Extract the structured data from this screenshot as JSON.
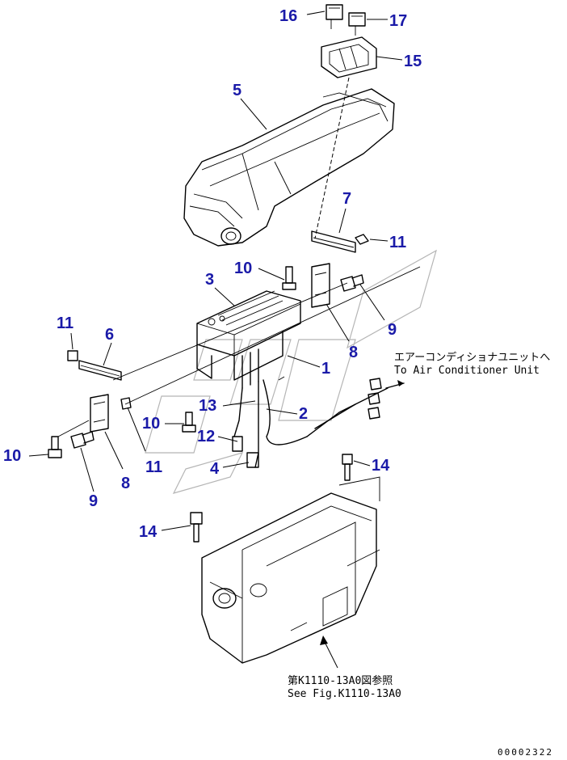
{
  "callouts": [
    {
      "id": "c16",
      "label": "16"
    },
    {
      "id": "c17",
      "label": "17"
    },
    {
      "id": "c15",
      "label": "15"
    },
    {
      "id": "c5",
      "label": "5"
    },
    {
      "id": "c7",
      "label": "7"
    },
    {
      "id": "c11a",
      "label": "11"
    },
    {
      "id": "c10a",
      "label": "10"
    },
    {
      "id": "c3",
      "label": "3"
    },
    {
      "id": "c9a",
      "label": "9"
    },
    {
      "id": "c8a",
      "label": "8"
    },
    {
      "id": "c1",
      "label": "1"
    },
    {
      "id": "c11b",
      "label": "11"
    },
    {
      "id": "c6",
      "label": "6"
    },
    {
      "id": "c13",
      "label": "13"
    },
    {
      "id": "c2",
      "label": "2"
    },
    {
      "id": "c10b",
      "label": "10"
    },
    {
      "id": "c12",
      "label": "12"
    },
    {
      "id": "c4",
      "label": "4"
    },
    {
      "id": "c10c",
      "label": "10"
    },
    {
      "id": "c11c",
      "label": "11"
    },
    {
      "id": "c8b",
      "label": "8"
    },
    {
      "id": "c9b",
      "label": "9"
    },
    {
      "id": "c14a",
      "label": "14"
    },
    {
      "id": "c14b",
      "label": "14"
    }
  ],
  "notes": {
    "aircon_jp": "エアーコンディショナユニットへ",
    "aircon_en": "To Air Conditioner Unit",
    "fig_jp": "第K1110-13A0図参照",
    "fig_en": "See Fig.K1110-13A0"
  },
  "doc_number": "00002322"
}
